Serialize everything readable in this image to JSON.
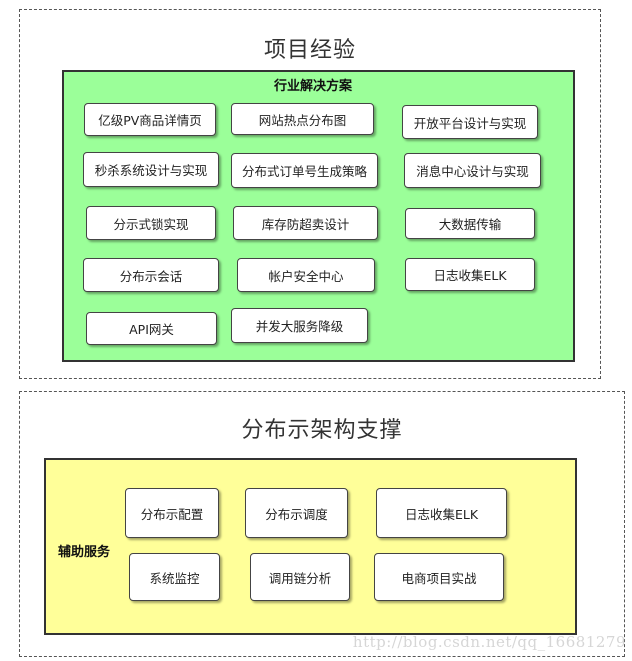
{
  "section1": {
    "title": "项目经验",
    "panel": {
      "title": "行业解决方案",
      "items": [
        "亿级PV商品详情页",
        "网站热点分布图",
        "开放平台设计与实现",
        "秒杀系统设计与实现",
        "分布式订单号生成策略",
        "消息中心设计与实现",
        "分示式锁实现",
        "库存防超卖设计",
        "大数据传输",
        "分布示会话",
        "帐户安全中心",
        "日志收集ELK",
        "API网关",
        "并发大服务降级"
      ]
    }
  },
  "section2": {
    "title": "分布示架构支撑",
    "panel": {
      "title": "辅助服务",
      "items": [
        "分布示配置",
        "分布示调度",
        "日志收集ELK",
        "系统监控",
        "调用链分析",
        "电商项目实战"
      ]
    }
  },
  "watermark": "http://blog.csdn.net/qq_16681279",
  "colors": {
    "green_panel": "#9bff99",
    "yellow_panel": "#ffff99"
  }
}
